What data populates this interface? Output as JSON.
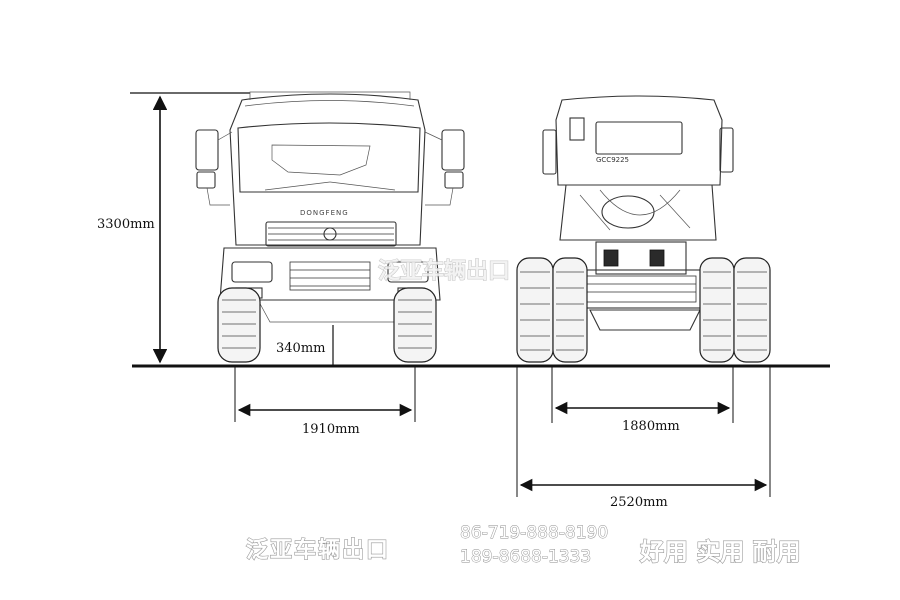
{
  "dimensions": {
    "height": "3300mm",
    "ground_clearance": "340mm",
    "front_track": "1910mm",
    "rear_track": "1880mm",
    "rear_overall_width": "2520mm"
  },
  "labels": {
    "brand_grille": "DONGFENG",
    "license_plate": "GCC9225",
    "center_watermark": "泛亚车辆出口"
  },
  "footer": {
    "company": "泛亚车辆出口",
    "phone_1": "86-719-888-8190",
    "phone_2": "189-8688-1333",
    "slogan": "好用 实用 耐用"
  },
  "colors": {
    "background": "#ffffff",
    "line": "#111111",
    "watermark_outline": "#9a9a9a"
  }
}
